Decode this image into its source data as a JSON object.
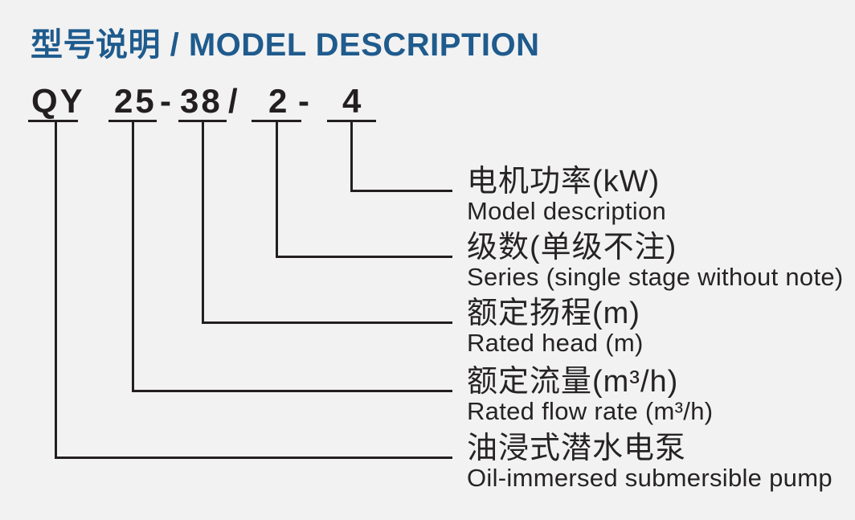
{
  "title": "型号说明 / MODEL DESCRIPTION",
  "model": {
    "segments": [
      {
        "code": "QY",
        "zh": "油浸式潜水电泵",
        "en": "Oil-immersed submersible pump"
      },
      {
        "code": "25",
        "zh": "额定流量(m³/h)",
        "en": "Rated flow rate (m³/h)"
      },
      {
        "code": "38",
        "zh": "额定扬程(m)",
        "en": "Rated head (m)"
      },
      {
        "code": "2",
        "zh": "级数(单级不注)",
        "en": "Series (single stage without note)"
      },
      {
        "code": "4",
        "zh": "电机功率(kW)",
        "en": "Model description"
      }
    ],
    "separators": [
      "-",
      "/",
      "-"
    ]
  },
  "colors": {
    "bg": "#f2f2f2",
    "title": "#1f5b8d",
    "text": "#262324",
    "line": "#231f20"
  }
}
